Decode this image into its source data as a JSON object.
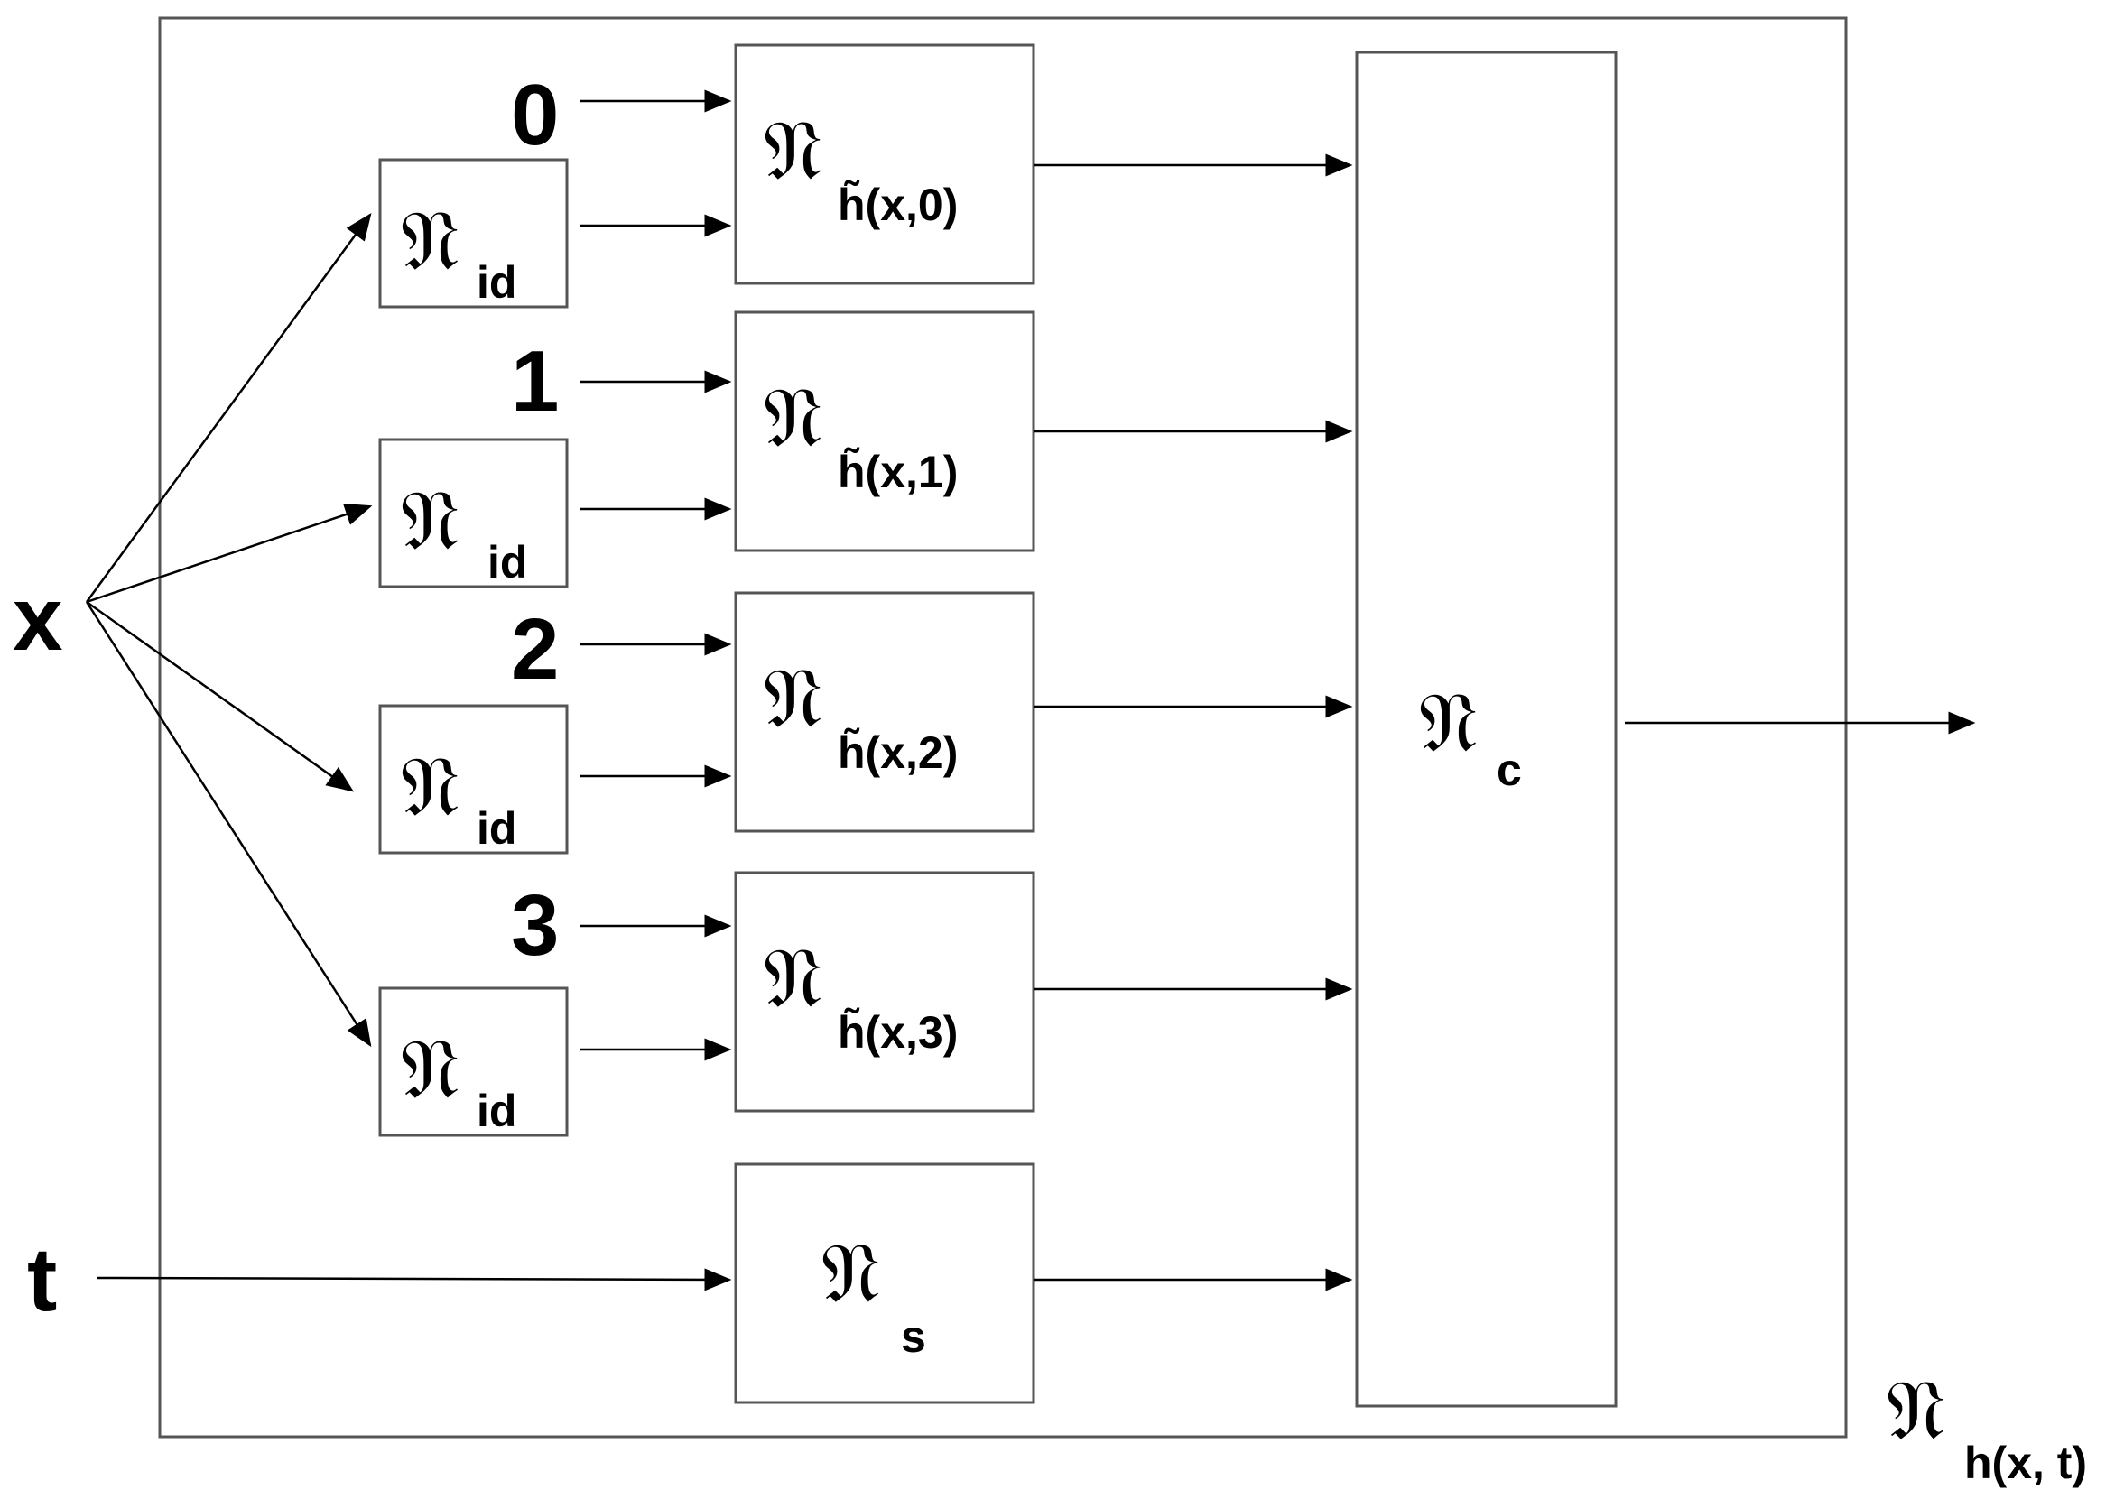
{
  "symbol": "𝔑",
  "inputs": {
    "x": "x",
    "t": "t"
  },
  "identity_subscript": "id",
  "constants": [
    "0",
    "1",
    "2",
    "3"
  ],
  "h_subscripts": [
    "h̃(x,0)",
    "h̃(x,1)",
    "h̃(x,2)",
    "h̃(x,3)"
  ],
  "s_subscript": "s",
  "combiner_subscript": "c",
  "outer_subscript": "h(x, t)"
}
